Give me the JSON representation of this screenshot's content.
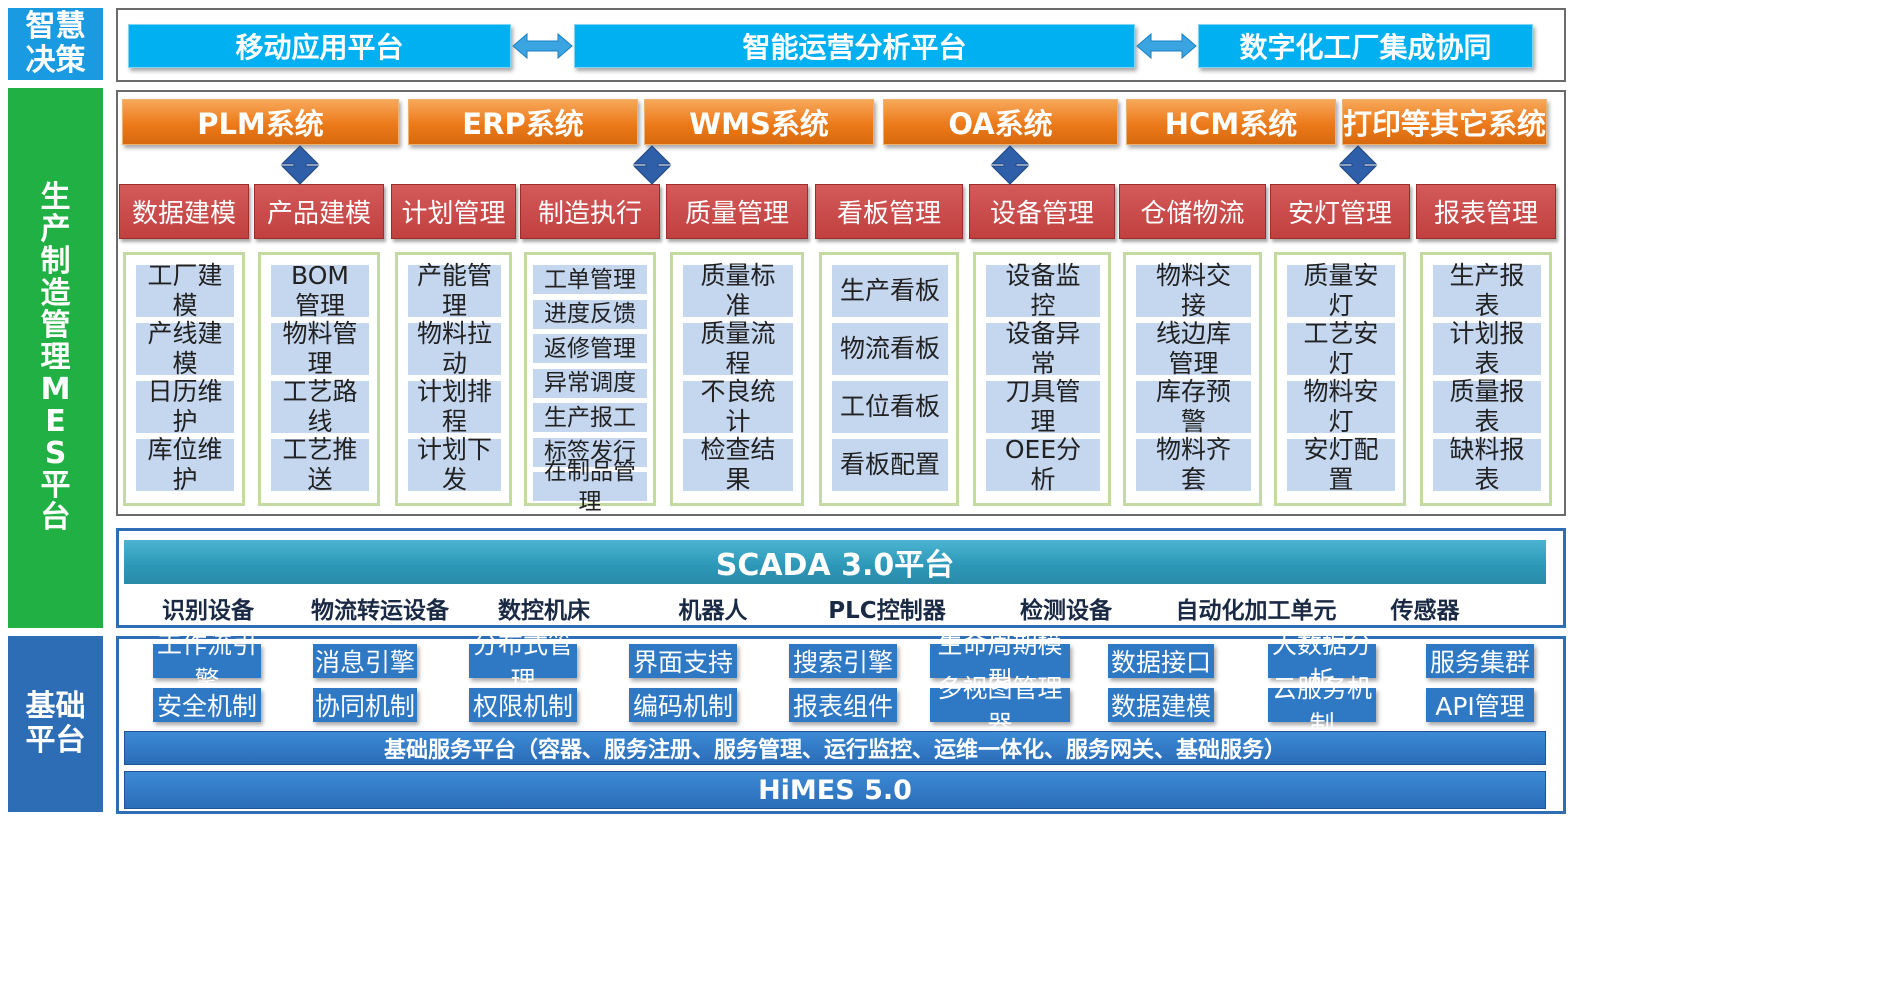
{
  "sections": {
    "decision": "智慧决策",
    "mes": "生产制造管理MES平台",
    "basic": "基础平台"
  },
  "top_platforms": [
    "移动应用平台",
    "智能运营分析平台",
    "数字化工厂集成协同"
  ],
  "systems": [
    "PLM系统",
    "ERP系统",
    "WMS系统",
    "OA系统",
    "HCM系统",
    "打印等其它系统"
  ],
  "modules": [
    {
      "name": "数据建模",
      "items": [
        "工厂建模",
        "产线建模",
        "日历维护",
        "库位维护"
      ]
    },
    {
      "name": "产品建模",
      "items": [
        "BOM管理",
        "物料管理",
        "工艺路线",
        "工艺推送"
      ]
    },
    {
      "name": "计划管理",
      "items": [
        "产能管理",
        "物料拉动",
        "计划排程",
        "计划下发"
      ]
    },
    {
      "name": "制造执行",
      "items": [
        "工单管理",
        "进度反馈",
        "返修管理",
        "异常调度",
        "生产报工",
        "标签发行",
        "在制品管理"
      ]
    },
    {
      "name": "质量管理",
      "items": [
        "质量标准",
        "质量流程",
        "不良统计",
        "检查结果"
      ]
    },
    {
      "name": "看板管理",
      "items": [
        "生产看板",
        "物流看板",
        "工位看板",
        "看板配置"
      ]
    },
    {
      "name": "设备管理",
      "items": [
        "设备监控",
        "设备异常",
        "刀具管理",
        "OEE分析"
      ]
    },
    {
      "name": "仓储物流",
      "items": [
        "物料交接",
        "线边库管理",
        "库存预警",
        "物料齐套"
      ]
    },
    {
      "name": "安灯管理",
      "items": [
        "质量安灯",
        "工艺安灯",
        "物料安灯",
        "安灯配置"
      ]
    },
    {
      "name": "报表管理",
      "items": [
        "生产报表",
        "计划报表",
        "质量报表",
        "缺料报表"
      ]
    }
  ],
  "scada": {
    "title": "SCADA 3.0平台",
    "devices": [
      "识别设备",
      "物流转运设备",
      "数控机床",
      "机器人",
      "PLC控制器",
      "检测设备",
      "自动化加工单元",
      "传感器"
    ]
  },
  "basic": {
    "row1": [
      "工作流引擎",
      "消息引擎",
      "分布式管理",
      "界面支持",
      "搜索引擎",
      "生命周期模型",
      "数据接口",
      "大数据分析",
      "服务集群"
    ],
    "row2": [
      "安全机制",
      "协同机制",
      "权限机制",
      "编码机制",
      "报表组件",
      "多视图管理器",
      "数据建模",
      "云服务机制",
      "API管理"
    ],
    "service_bar": "基础服务平台（容器、服务注册、服务管理、运行监控、运维一体化、服务网关、基础服务）",
    "version_bar": "HiMES 5.0"
  },
  "colors": {
    "top_bar": "#00b0f0",
    "system_bar": "#ec7a1a",
    "module_header": "#c0403f",
    "cell": "#c5d6ef",
    "scada": "#2d97b8",
    "basic_cell": "#2e78c4",
    "decision_label": "#1a9ae0",
    "mes_label": "#21b043",
    "basic_label": "#2d6db5"
  }
}
